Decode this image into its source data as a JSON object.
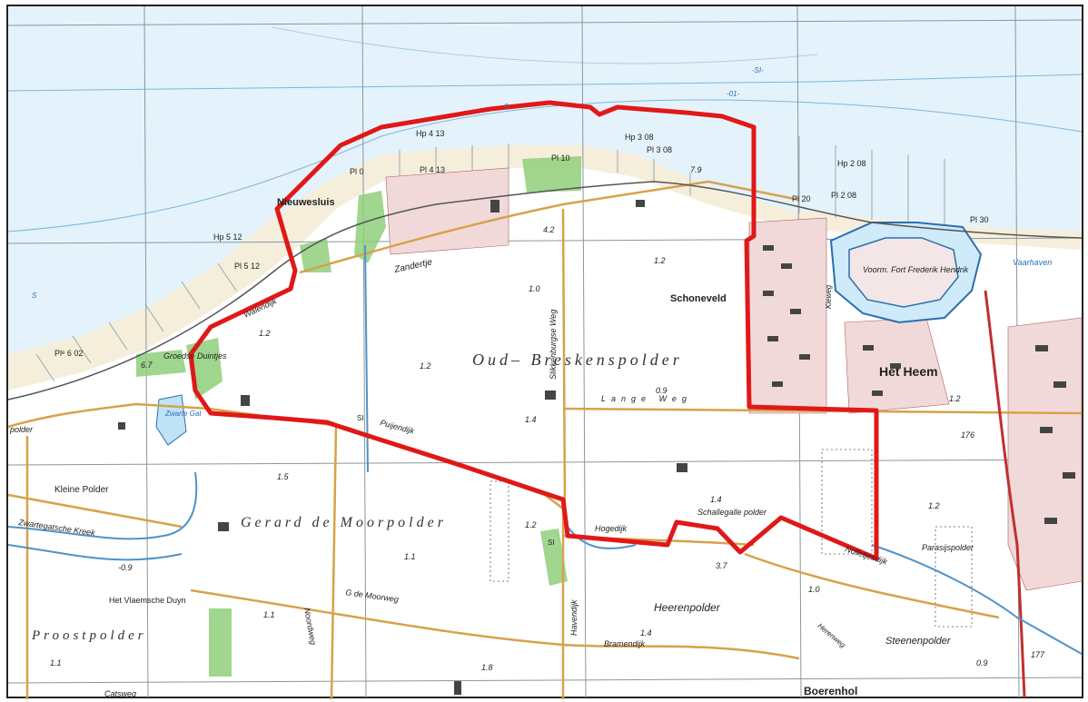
{
  "colors": {
    "water": "#dff0fb",
    "sand": "#f3ecd8",
    "green": "#8fcf7a",
    "road": "#d7a24a",
    "boundary": "#e01818",
    "urban": "#f1d9d9",
    "grid": "#8a96a0"
  },
  "places": {
    "nieuwesluis": "Nieuwesluis",
    "schoneveld": "Schoneveld",
    "oud_breskenspolder": "Oud– Breskenspolder",
    "het_heem": "Het Heem",
    "gerard_de_moorpolder": "Gerard de Moorpolder",
    "proostpolder": "Proostpolder",
    "heerenpolder": "Heerenpolder",
    "boerenhol": "Boerenhol",
    "kleine_polder": "Kleine Polder",
    "steenenpolder": "Steenenpolder",
    "parasijspolder": "Parasijspolder",
    "schallegalle_polder": "Schallegalle polder",
    "het_vlaemsche_duyn": "Het Vlaemsche Duyn",
    "groedse_duintjes": "Groedse Duintjes",
    "zwarte_gat": "Zwarte Gat",
    "zwartegatsche_kreek": "Zwartegatsche Kreek",
    "voorm_fort_frederik_hendrik": "Voorm. Fort Frederik Hendrik",
    "vaarhaven": "Vaarhaven",
    "polder_left": "polder"
  },
  "roads": {
    "zandertje": "Zandertje",
    "walendijk": "Walendijk",
    "slikkenburgse_weg": "Slikkenburgse Weg",
    "lange_weg": "Lange Weg",
    "puijendijk": "Puijendijk",
    "hogedijk": "Hogedijk",
    "havendijk": "Havendijk",
    "noordweg": "Noordweg",
    "g_de_moorweg": "G de Moorweg",
    "bramendijk": "Bramendijk",
    "catsweg": "Catsweg",
    "nolletjesdijk": "Nolletjesdijk",
    "herenweg": "Herenweg",
    "kieweg": "Kieweg"
  },
  "markers": {
    "hp413": "Hp 4 13",
    "pl413": "Pl 4 13",
    "pl0": "Pl 0",
    "pl10": "Pl 10",
    "hp308": "Hp 3 08",
    "pl308": "Pl 3 08",
    "hp208": "Hp 2 08",
    "pl20": "Pl 20",
    "pl2_08": "Pl 2 08",
    "pl30": "Pl 30",
    "hp512": "Hp 5 12",
    "pl512": "Pl 5 12",
    "pl602": "Plᵉ 6 02",
    "si": "SI",
    "si2": "SI",
    "s": "S",
    "sl": "-SI-",
    "ol": "-01-",
    "zero": "0"
  },
  "elevations": {
    "e42": "4.2",
    "e79": "7.9",
    "e12a": "1.2",
    "e10a": "1.0",
    "e12b": "1.2",
    "e12c": "1.2",
    "e09a": "0.9",
    "e14a": "1.4",
    "e12d": "1.2",
    "e67": "6.7",
    "e15": "1.5",
    "e11a": "1.1",
    "e11b": "1.1",
    "e12e": "1.2",
    "e14b": "1.4",
    "e37": "3.7",
    "e10b": "1.0",
    "e12f": "1.2",
    "e14c": "1.4",
    "e18": "1.8",
    "e11c": "1.1",
    "e09b": "0.9",
    "e09c": "-0.9",
    "n176": "176",
    "n177": "177"
  }
}
